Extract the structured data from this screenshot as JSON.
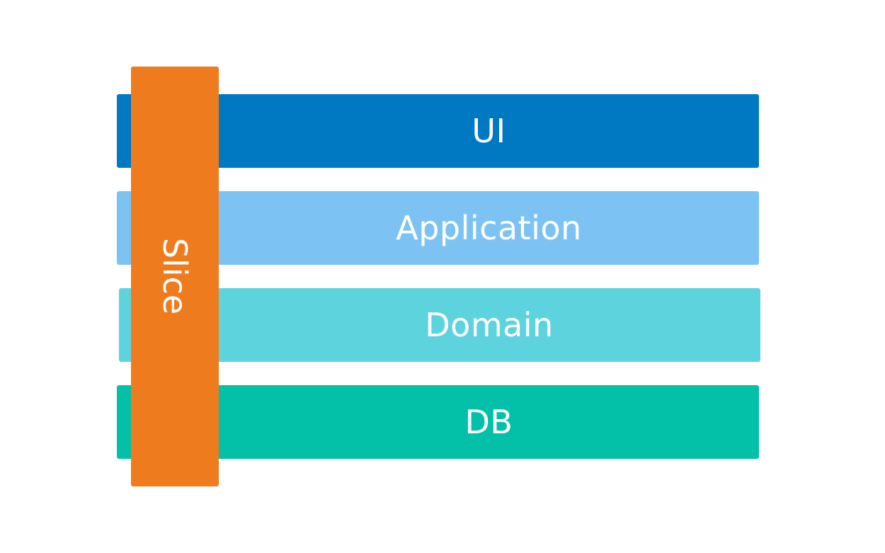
{
  "diagram": {
    "layers": [
      {
        "id": "ui",
        "label": "UI",
        "color": "#0078c2"
      },
      {
        "id": "application",
        "label": "Application",
        "color": "#7cc3f4"
      },
      {
        "id": "domain",
        "label": "Domain",
        "color": "#5dd3de"
      },
      {
        "id": "db",
        "label": "DB",
        "color": "#03c1a9"
      }
    ],
    "slice": {
      "label": "Slice",
      "color": "#ee7c1e"
    }
  }
}
